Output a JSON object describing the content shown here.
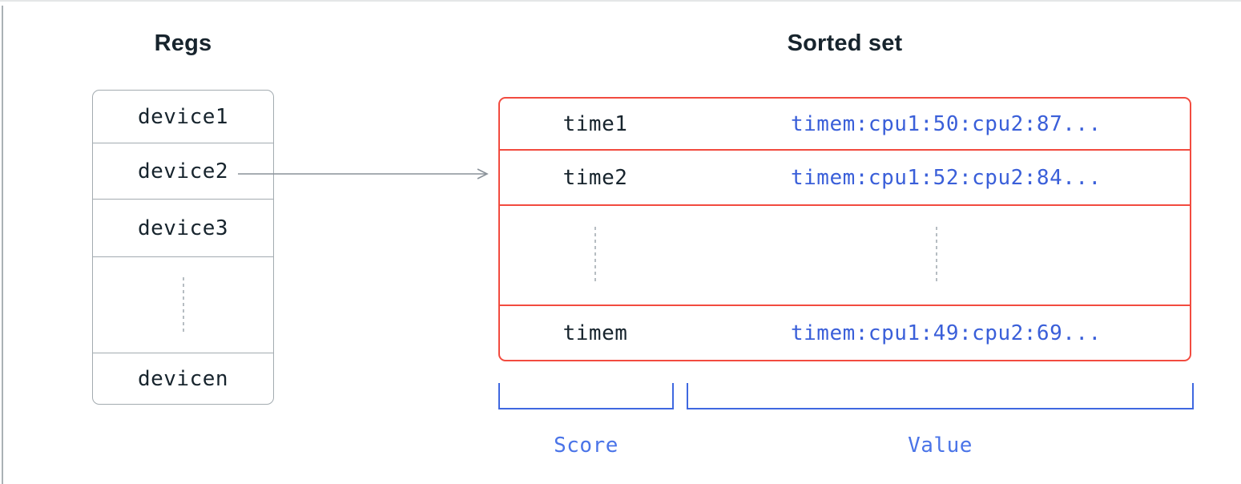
{
  "regs": {
    "title": "Regs",
    "items": [
      "device1",
      "device2",
      "device3",
      "devicen"
    ]
  },
  "sorted_set": {
    "title": "Sorted set",
    "rows": [
      {
        "score": "time1",
        "value": "timem:cpu1:50:cpu2:87..."
      },
      {
        "score": "time2",
        "value": "timem:cpu1:52:cpu2:84..."
      },
      {
        "score": "timem",
        "value": "timem:cpu1:49:cpu2:69..."
      }
    ],
    "score_label": "Score",
    "value_label": "Value"
  },
  "colors": {
    "title_text": "#17242d",
    "mono_text": "#17242d",
    "value_text": "#3a5fd9",
    "bracket_blue": "#3f68e0",
    "label_text": "#4a74e8",
    "box_border": "#a3abb0",
    "red_border": "#f24b3f",
    "arrow_gray": "#8a9299",
    "dots_gray": "#b6bdc2"
  }
}
